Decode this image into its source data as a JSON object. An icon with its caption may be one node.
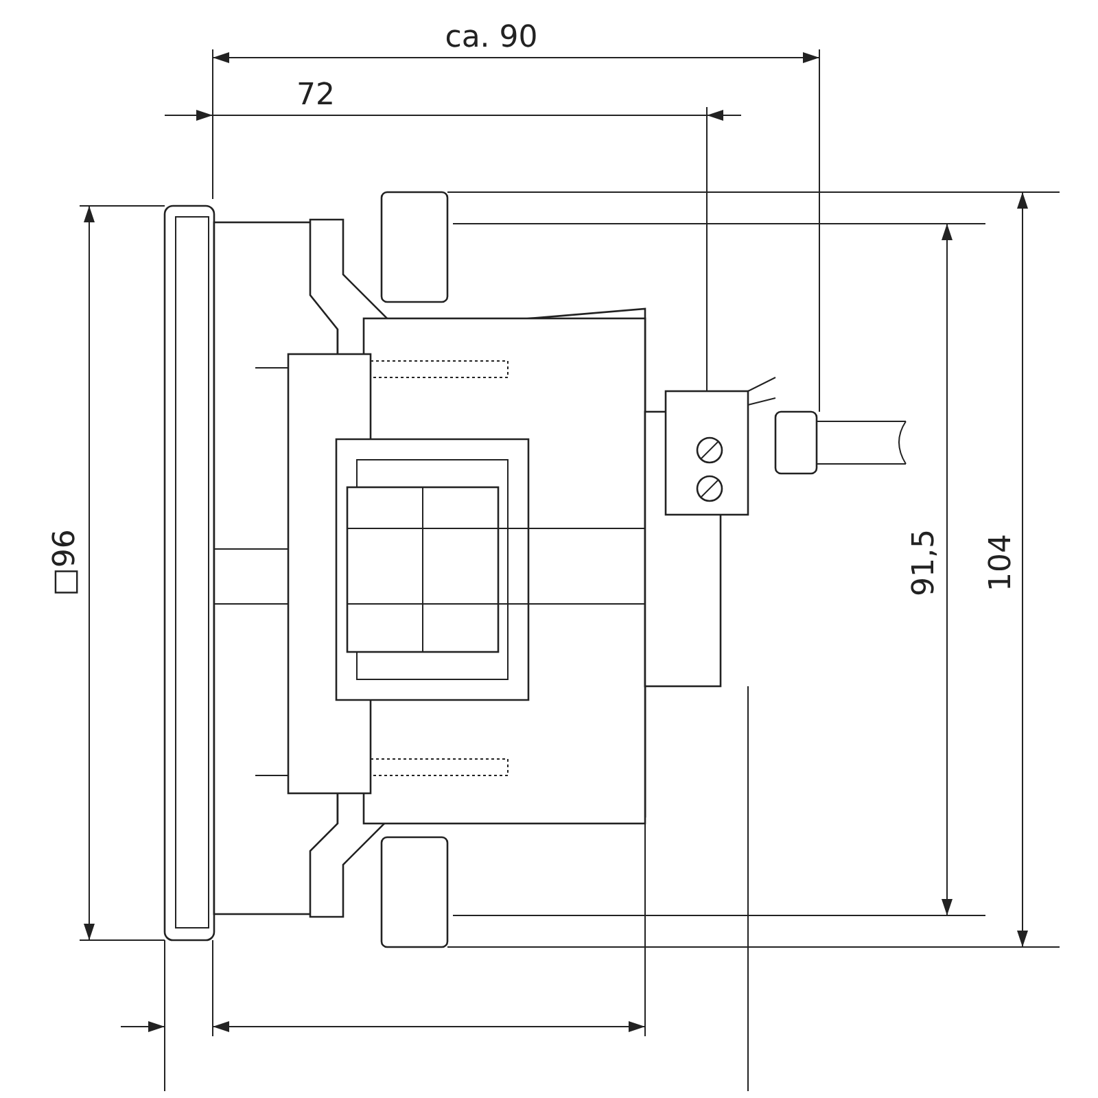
{
  "diagram": {
    "labels": [
      "ca. 90",
      "72",
      "□96",
      "91,5",
      "104"
    ]
  }
}
